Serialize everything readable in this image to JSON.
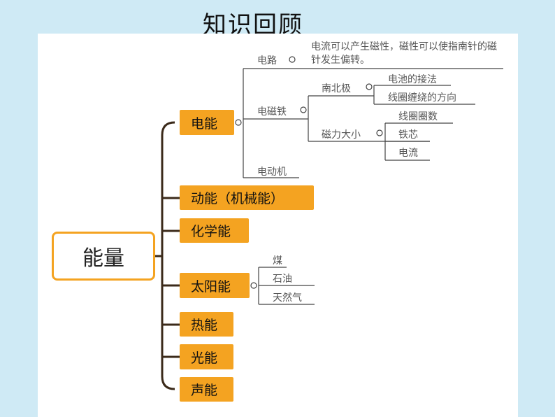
{
  "title": "知识回顾",
  "root": "能量",
  "branches": [
    "电能",
    "动能（机械能）",
    "化学能",
    "太阳能",
    "热能",
    "光能",
    "声能"
  ],
  "electric": {
    "circuit": "电路",
    "circuit_note": "电流可以产生磁性，磁性可以使指南针的磁针发生偏转。",
    "electromagnet": "电磁铁",
    "poles": "南北极",
    "poles_items": [
      "电池的接法",
      "线圈缠绕的方向"
    ],
    "strength": "磁力大小",
    "strength_items": [
      "线圈圈数",
      "铁芯",
      "电流"
    ],
    "motor": "电动机"
  },
  "solar_items": [
    "煤",
    "石油",
    "天然气"
  ],
  "colors": {
    "branch": "#f4a321",
    "background": "#cfeaf5"
  }
}
